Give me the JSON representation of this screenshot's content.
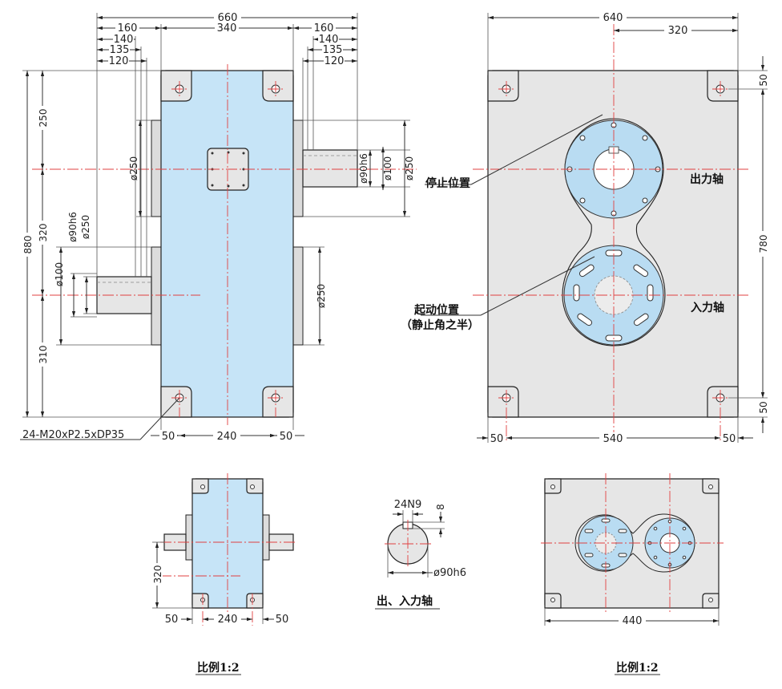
{
  "front_view": {
    "dims_top": [
      "660",
      "160",
      "340",
      "160",
      "140",
      "140",
      "135",
      "135",
      "120",
      "120"
    ],
    "dims_left": [
      "880",
      "250",
      "320",
      "310"
    ],
    "dims_dia": [
      "ø250",
      "ø90h6",
      "ø100",
      "ø250",
      "ø100",
      "ø90h6",
      "ø250",
      "ø250"
    ],
    "dims_bottom": [
      "50",
      "240",
      "50"
    ],
    "tapped_holes": "24-M20xP2.5xDP35"
  },
  "side_view": {
    "dims_top": [
      "640",
      "320"
    ],
    "dims_right": [
      "50",
      "780",
      "50"
    ],
    "dims_bottom": [
      "50",
      "540",
      "50"
    ],
    "label_stop": "停止位置",
    "label_output": "出力轴",
    "label_start": "起动位置",
    "label_start_note": "（静止角之半）",
    "label_input": "入力轴"
  },
  "small_front": {
    "dim_320": "320",
    "dims_bottom": [
      "50",
      "240",
      "50"
    ],
    "scale": "比例1:2"
  },
  "shaft_section": {
    "key_width": "24N9",
    "key_depth": "8",
    "diameter": "ø90h6",
    "caption": "出、入力轴"
  },
  "small_side": {
    "dim_440": "440",
    "scale": "比例1:2"
  }
}
